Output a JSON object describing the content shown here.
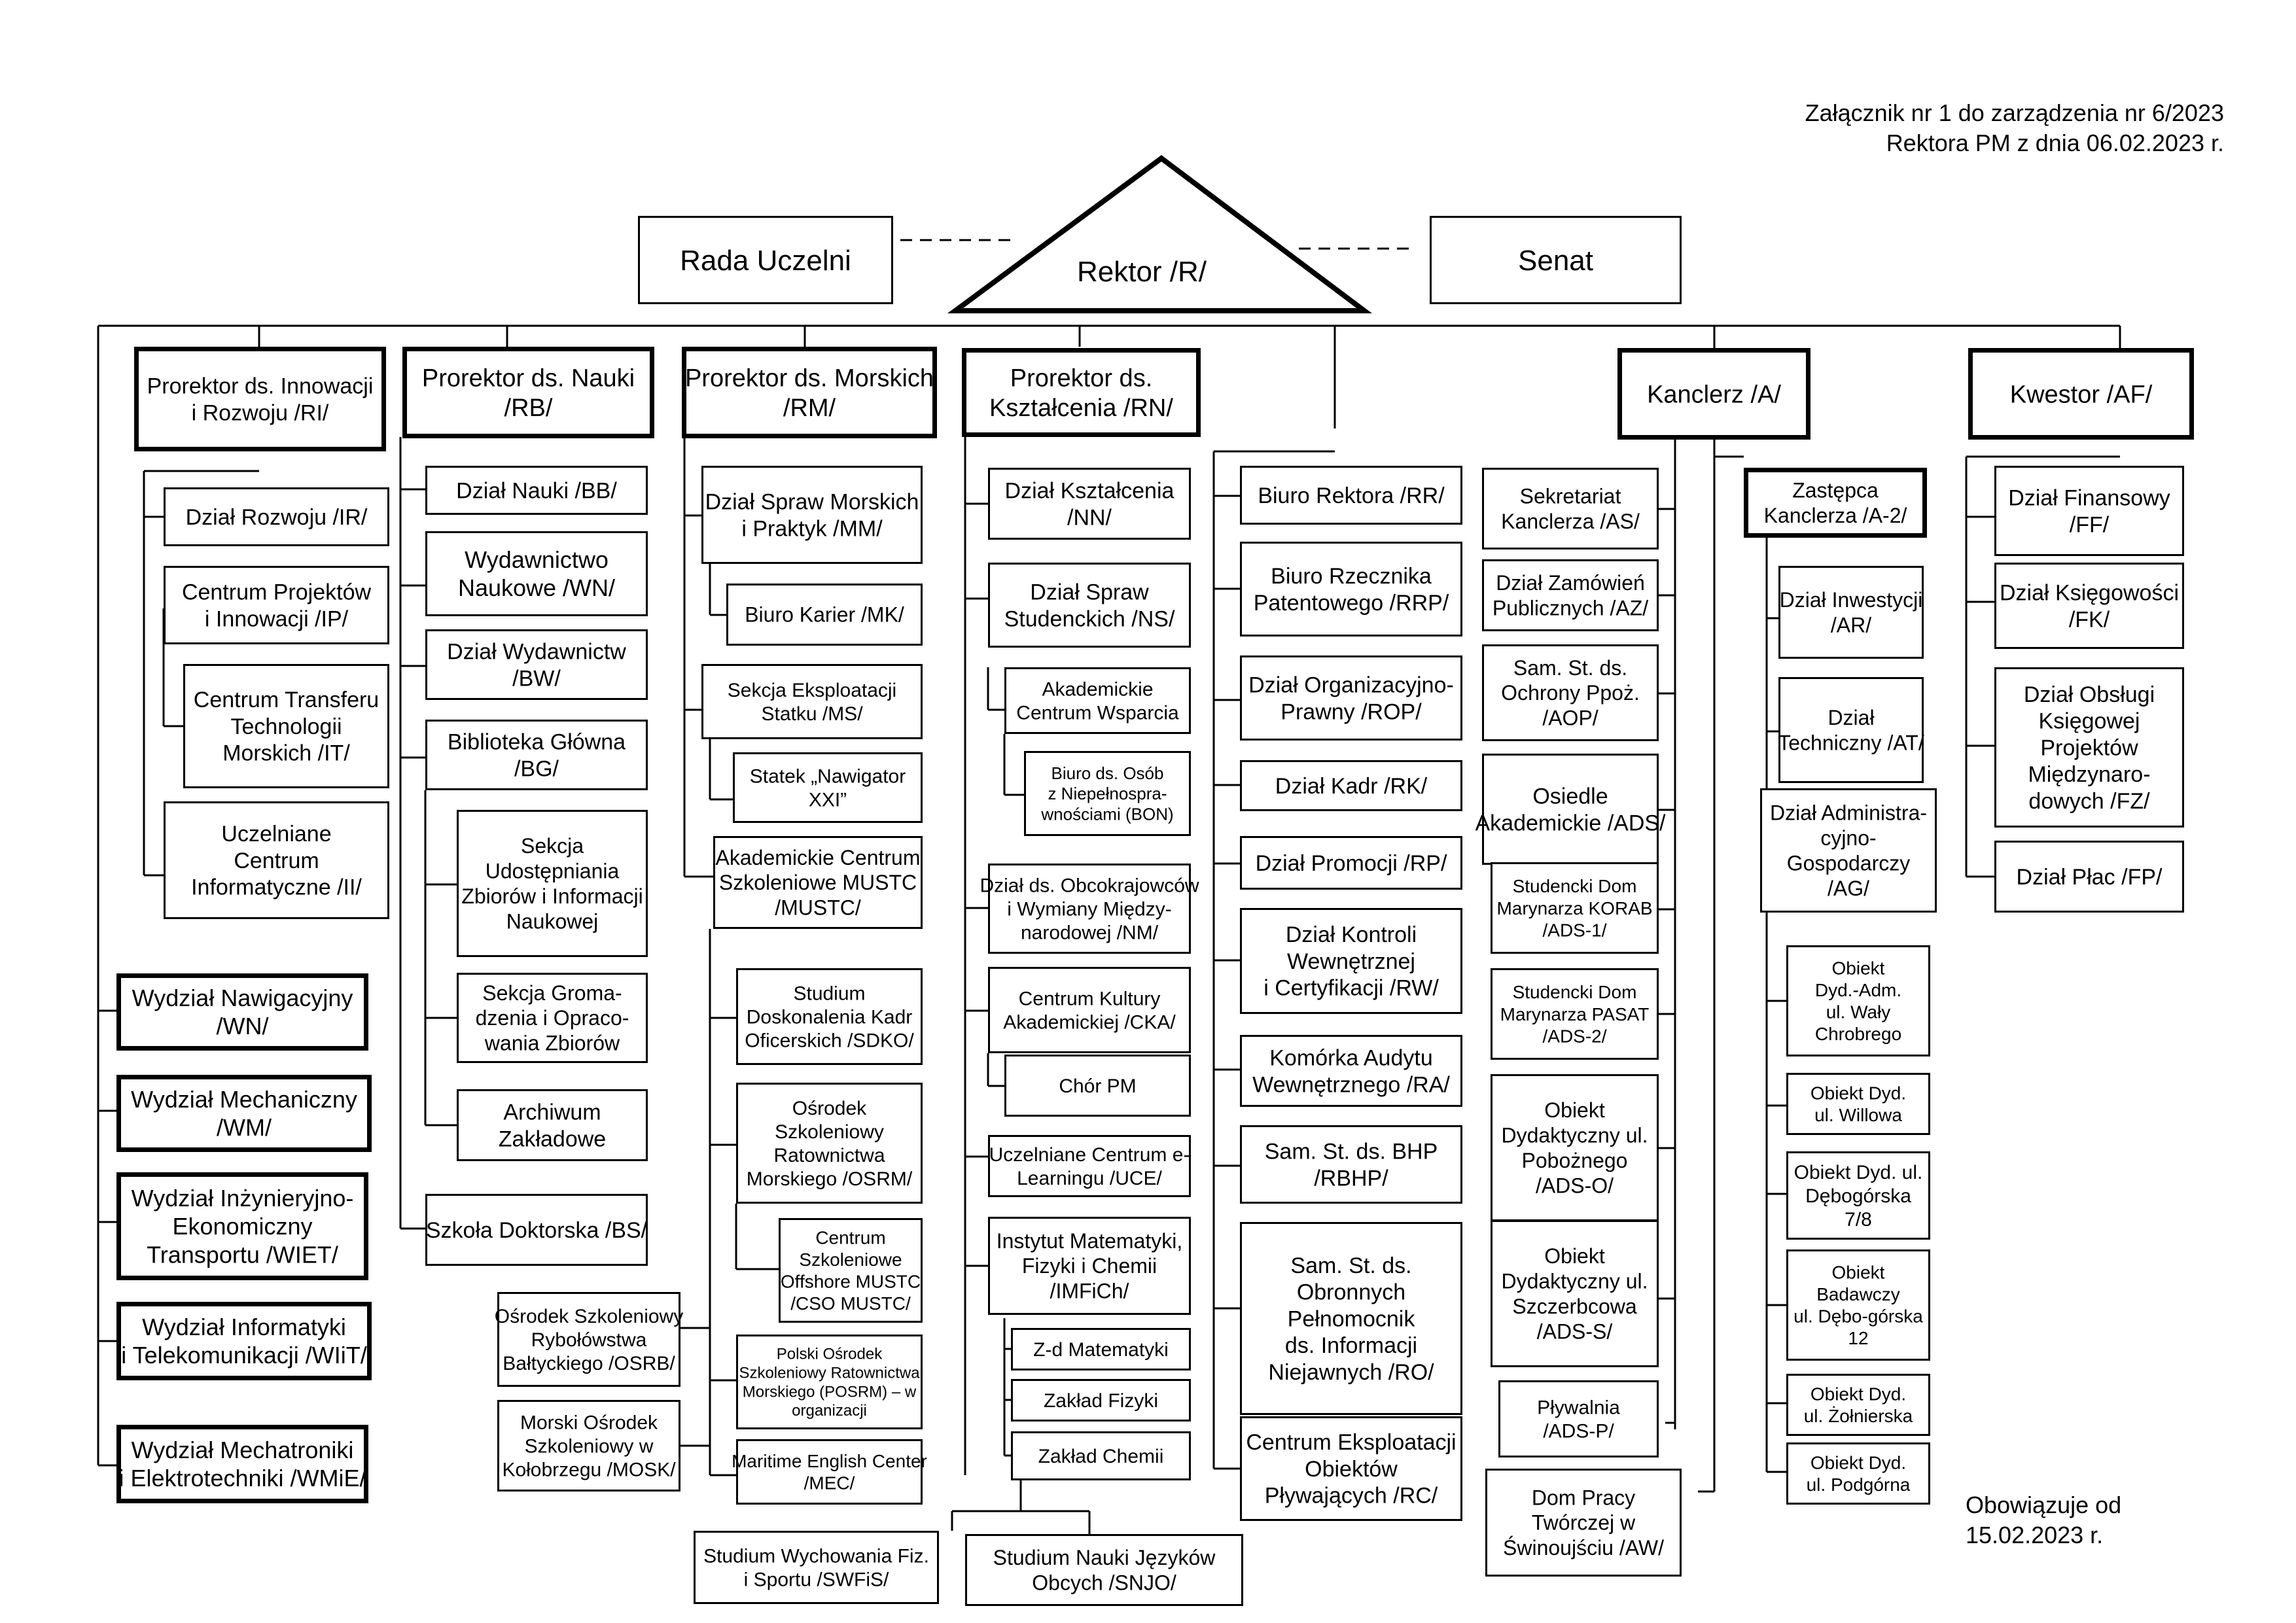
{
  "header": {
    "annex_line1": "Załącznik nr 1 do zarządzenia nr 6/2023",
    "annex_line2": "Rektora PM z dnia 06.02.2023 r."
  },
  "footer": {
    "valid_line1": "Obowiązuje od",
    "valid_line2": "15.02.2023 r."
  },
  "nodes": [
    {
      "id": "rada",
      "lines": [
        "Rada Uczelni"
      ]
    },
    {
      "id": "rektor",
      "lines": [
        "Rektor /R/"
      ]
    },
    {
      "id": "senat",
      "lines": [
        "Senat"
      ]
    },
    {
      "id": "ri",
      "lines": [
        "Prorektor ds. Innowacji",
        "i Rozwoju /RI/"
      ]
    },
    {
      "id": "rb",
      "lines": [
        "Prorektor ds. Nauki",
        "/RB/"
      ]
    },
    {
      "id": "rm",
      "lines": [
        "Prorektor ds. Morskich",
        "/RM/"
      ]
    },
    {
      "id": "rn",
      "lines": [
        "Prorektor ds.",
        "Kształcenia /RN/"
      ]
    },
    {
      "id": "a",
      "lines": [
        "Kanclerz /A/"
      ]
    },
    {
      "id": "af",
      "lines": [
        "Kwestor /AF/"
      ]
    },
    {
      "id": "ir",
      "lines": [
        "Dział Rozwoju /IR/"
      ]
    },
    {
      "id": "ip",
      "lines": [
        "Centrum Projektów",
        "i Innowacji /IP/"
      ]
    },
    {
      "id": "it",
      "lines": [
        "Centrum Transferu",
        "Technologii",
        "Morskich /IT/"
      ]
    },
    {
      "id": "ii",
      "lines": [
        "Uczelniane",
        "Centrum",
        "Informatyczne /II/"
      ]
    },
    {
      "id": "wn",
      "lines": [
        "Wydział Nawigacyjny",
        "/WN/"
      ]
    },
    {
      "id": "wm",
      "lines": [
        "Wydział Mechaniczny",
        "/WM/"
      ]
    },
    {
      "id": "wiet",
      "lines": [
        "Wydział Inżynieryjno-",
        "Ekonomiczny",
        "Transportu /WIET/"
      ]
    },
    {
      "id": "wiit",
      "lines": [
        "Wydział Informatyki",
        "i Telekomunikacji /WIiT/"
      ]
    },
    {
      "id": "wmie",
      "lines": [
        "Wydział Mechatroniki",
        "i Elektrotechniki /WMiE/"
      ]
    },
    {
      "id": "bb",
      "lines": [
        "Dział Nauki /BB/"
      ]
    },
    {
      "id": "wnk",
      "lines": [
        "Wydawnictwo",
        "Naukowe /WN/"
      ]
    },
    {
      "id": "bw",
      "lines": [
        "Dział Wydawnictw",
        "/BW/"
      ]
    },
    {
      "id": "bg",
      "lines": [
        "Biblioteka Główna",
        "/BG/"
      ]
    },
    {
      "id": "sudz",
      "lines": [
        "Sekcja",
        "Udostępniania",
        "Zbiorów i Informacji",
        "Naukowej"
      ]
    },
    {
      "id": "sgrom",
      "lines": [
        "Sekcja Groma-",
        "dzenia i Opraco-",
        "wania Zbiorów"
      ]
    },
    {
      "id": "arch",
      "lines": [
        "Archiwum",
        "Zakładowe"
      ]
    },
    {
      "id": "bs",
      "lines": [
        "Szkoła Doktorska /BS/"
      ]
    },
    {
      "id": "mm",
      "lines": [
        "Dział Spraw Morskich",
        "i Praktyk /MM/"
      ]
    },
    {
      "id": "mk",
      "lines": [
        "Biuro Karier /MK/"
      ]
    },
    {
      "id": "ms",
      "lines": [
        "Sekcja Eksploatacji",
        "Statku /MS/"
      ]
    },
    {
      "id": "xxi",
      "lines": [
        "Statek „Nawigator",
        "XXI”"
      ]
    },
    {
      "id": "mustc",
      "lines": [
        "Akademickie Centrum",
        "Szkoleniowe MUSTC",
        "/MUSTC/"
      ]
    },
    {
      "id": "sdko",
      "lines": [
        "Studium",
        "Doskonalenia Kadr",
        "Oficerskich /SDKO/"
      ]
    },
    {
      "id": "osrm",
      "lines": [
        "Ośrodek",
        "Szkoleniowy",
        "Ratownictwa",
        "Morskiego /OSRM/"
      ]
    },
    {
      "id": "cso",
      "lines": [
        "Centrum",
        "Szkoleniowe",
        "Offshore MUSTC",
        "/CSO MUSTC/"
      ]
    },
    {
      "id": "posrm",
      "lines": [
        "Polski Ośrodek",
        "Szkoleniowy Ratownictwa",
        "Morskiego (POSRM) – w",
        "organizacji"
      ]
    },
    {
      "id": "mec",
      "lines": [
        "Maritime English Center",
        "/MEC/"
      ]
    },
    {
      "id": "osrb",
      "lines": [
        "Ośrodek Szkoleniowy",
        "Rybołówstwa",
        "Bałtyckiego /OSRB/"
      ]
    },
    {
      "id": "mosk",
      "lines": [
        "Morski Ośrodek",
        "Szkoleniowy w",
        "Kołobrzegu /MOSK/"
      ]
    },
    {
      "id": "swfis",
      "lines": [
        "Studium Wychowania Fiz.",
        "i Sportu /SWFiS/"
      ]
    },
    {
      "id": "snjo",
      "lines": [
        "Studium Nauki Języków",
        "Obcych /SNJO/"
      ]
    },
    {
      "id": "nn",
      "lines": [
        "Dział Kształcenia",
        "/NN/"
      ]
    },
    {
      "id": "ns",
      "lines": [
        "Dział Spraw",
        "Studenckich /NS/"
      ]
    },
    {
      "id": "acw",
      "lines": [
        "Akademickie",
        "Centrum Wsparcia"
      ]
    },
    {
      "id": "bon",
      "lines": [
        "Biuro ds. Osób",
        "z Niepełnospra-",
        "wnościami (BON)"
      ]
    },
    {
      "id": "nm",
      "lines": [
        "Dział ds. Obcokrajowców",
        "i Wymiany Między-",
        "narodowej /NM/"
      ]
    },
    {
      "id": "cka",
      "lines": [
        "Centrum Kultury",
        "Akademickiej /CKA/"
      ]
    },
    {
      "id": "chor",
      "lines": [
        "Chór PM"
      ]
    },
    {
      "id": "uce",
      "lines": [
        "Uczelniane Centrum e-",
        "Learningu /UCE/"
      ]
    },
    {
      "id": "imfich",
      "lines": [
        "Instytut Matematyki,",
        "Fizyki i Chemii",
        "/IMFiCh/"
      ]
    },
    {
      "id": "zmat",
      "lines": [
        "Z-d Matematyki"
      ]
    },
    {
      "id": "zfiz",
      "lines": [
        "Zakład Fizyki"
      ]
    },
    {
      "id": "zchem",
      "lines": [
        "Zakład Chemii"
      ]
    },
    {
      "id": "rr",
      "lines": [
        "Biuro Rektora /RR/"
      ]
    },
    {
      "id": "rrp",
      "lines": [
        "Biuro Rzecznika",
        "Patentowego /RRP/"
      ]
    },
    {
      "id": "rop",
      "lines": [
        "Dział Organizacyjno-",
        "Prawny /ROP/"
      ]
    },
    {
      "id": "rk",
      "lines": [
        "Dział Kadr /RK/"
      ]
    },
    {
      "id": "rp",
      "lines": [
        "Dział Promocji /RP/"
      ]
    },
    {
      "id": "rw",
      "lines": [
        "Dział Kontroli",
        "Wewnętrznej",
        "i Certyfikacji /RW/"
      ]
    },
    {
      "id": "ra",
      "lines": [
        "Komórka Audytu",
        "Wewnętrznego /RA/"
      ]
    },
    {
      "id": "rbhp",
      "lines": [
        "Sam. St. ds. BHP",
        "/RBHP/"
      ]
    },
    {
      "id": "ro",
      "lines": [
        "Sam. St. ds.",
        "Obronnych",
        "Pełnomocnik",
        "ds. Informacji",
        "Niejawnych /RO/"
      ]
    },
    {
      "id": "rc",
      "lines": [
        "Centrum Eksploatacji",
        "Obiektów",
        "Pływających /RC/"
      ]
    },
    {
      "id": "as",
      "lines": [
        "Sekretariat",
        "Kanclerza /AS/"
      ]
    },
    {
      "id": "az",
      "lines": [
        "Dział Zamówień",
        "Publicznych /AZ/"
      ]
    },
    {
      "id": "aop",
      "lines": [
        "Sam. St. ds.",
        "Ochrony Ppoż.",
        "/AOP/"
      ]
    },
    {
      "id": "ads",
      "lines": [
        "Osiedle",
        "Akademickie /ADS/"
      ]
    },
    {
      "id": "ads1",
      "lines": [
        "Studencki Dom",
        "Marynarza KORAB",
        "/ADS-1/"
      ]
    },
    {
      "id": "ads2",
      "lines": [
        "Studencki Dom",
        "Marynarza PASAT",
        "/ADS-2/"
      ]
    },
    {
      "id": "adso",
      "lines": [
        "Obiekt",
        "Dydaktyczny ul.",
        "Pobożnego",
        "/ADS-O/"
      ]
    },
    {
      "id": "adss",
      "lines": [
        "Obiekt",
        "Dydaktyczny ul.",
        "Szczerbcowa",
        "/ADS-S/"
      ]
    },
    {
      "id": "adsp",
      "lines": [
        "Pływalnia",
        "/ADS-P/"
      ]
    },
    {
      "id": "aw",
      "lines": [
        "Dom Pracy",
        "Twórczej w",
        "Świnoujściu /AW/"
      ]
    },
    {
      "id": "a2",
      "lines": [
        "Zastępca",
        "Kanclerza /A-2/"
      ]
    },
    {
      "id": "ar",
      "lines": [
        "Dział Inwestycji",
        "/AR/"
      ]
    },
    {
      "id": "at",
      "lines": [
        "Dział",
        "Techniczny /AT/"
      ]
    },
    {
      "id": "ag",
      "lines": [
        "Dział Administra-",
        "cyjno-",
        "Gospodarczy",
        "/AG/"
      ]
    },
    {
      "id": "owaly",
      "lines": [
        "Obiekt",
        "Dyd.-Adm.",
        "ul. Wały",
        "Chrobrego"
      ]
    },
    {
      "id": "owil",
      "lines": [
        "Obiekt Dyd.",
        "ul. Willowa"
      ]
    },
    {
      "id": "odeb",
      "lines": [
        "Obiekt Dyd. ul.",
        "Dębogórska",
        "7/8"
      ]
    },
    {
      "id": "obad",
      "lines": [
        "Obiekt",
        "Badawczy",
        "ul. Dębo-górska",
        "12"
      ]
    },
    {
      "id": "ozol",
      "lines": [
        "Obiekt Dyd.",
        "ul. Żołnierska"
      ]
    },
    {
      "id": "opod",
      "lines": [
        "Obiekt Dyd.",
        "ul. Podgórna"
      ]
    },
    {
      "id": "ff",
      "lines": [
        "Dział Finansowy",
        "/FF/"
      ]
    },
    {
      "id": "fk",
      "lines": [
        "Dział Księgowości",
        "/FK/"
      ]
    },
    {
      "id": "fz",
      "lines": [
        "Dział Obsługi",
        "Księgowej",
        "Projektów",
        "Międzynaro-",
        "dowych /FZ/"
      ]
    },
    {
      "id": "fp",
      "lines": [
        "Dział Płac /FP/"
      ]
    }
  ]
}
